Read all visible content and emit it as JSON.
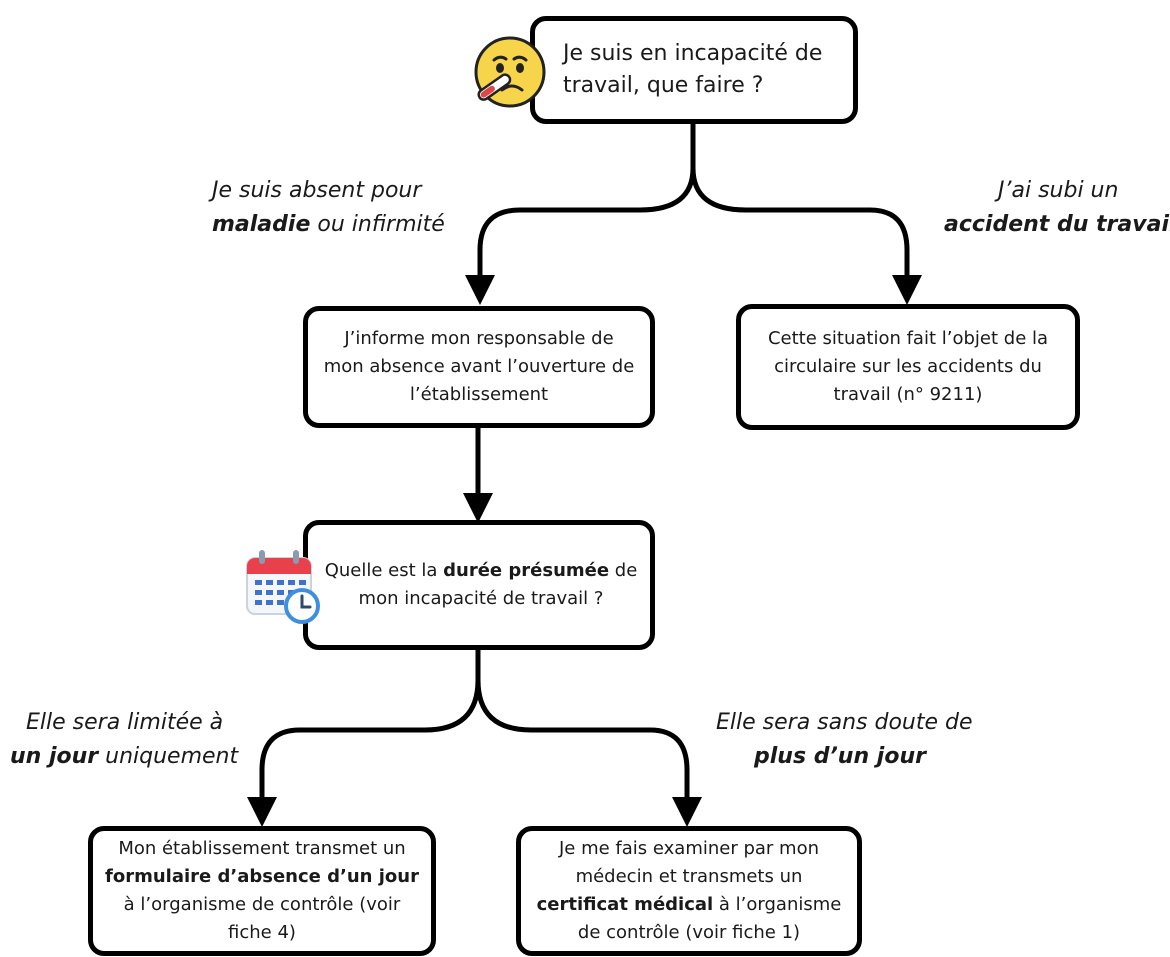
{
  "nodes": {
    "start": {
      "line1": "Je suis en incapacité de",
      "line2": "travail, que faire ?"
    },
    "inform": {
      "line1": "J’informe mon responsable de",
      "line2": "mon absence avant l’ouverture de",
      "line3": "l’établissement"
    },
    "accident": {
      "line1": "Cette situation fait l’objet de la",
      "line2": "circulaire sur les accidents du",
      "line3": "travail (n° 9211)"
    },
    "duration": {
      "pre": "Quelle est la ",
      "bold": "durée présumée",
      "post": " de",
      "line2": "mon incapacité de travail ?"
    },
    "one_day": {
      "line1": "Mon établissement transmet un",
      "bold": "formulaire d’absence d’un jour",
      "line3": "à l’organisme de contrôle (voir",
      "line4": "fiche 4)"
    },
    "more_days": {
      "line1": "Je me fais examiner par mon",
      "line2": "médecin et transmets un",
      "bold": "certificat médical",
      "post": " à l’organisme",
      "line4": "de contrôle (voir fiche 1)"
    }
  },
  "edge_labels": {
    "illness": {
      "line1": "Je suis absent pour",
      "bold": "maladie",
      "rest": " ou infirmité"
    },
    "accident": {
      "line1": "J’ai subi un",
      "bold": "accident du travail"
    },
    "one_day": {
      "line1": "Elle sera limitée à",
      "bold": "un jour",
      "rest": " uniquement"
    },
    "more_days": {
      "line1": "Elle sera sans doute de",
      "bold": "plus d’un jour"
    }
  },
  "icons": {
    "start": "sick-face-thermometer-icon",
    "duration": "calendar-clock-icon"
  }
}
